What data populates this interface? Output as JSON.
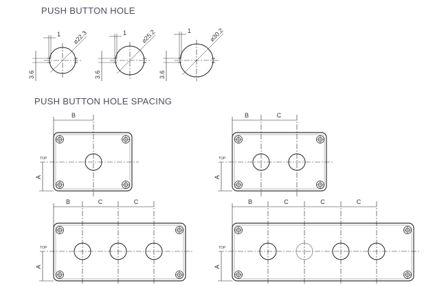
{
  "titles": {
    "hole": "PUSH BUTTON HOLE",
    "spacing": "PUSH BUTTON HOLE SPACING"
  },
  "holes": [
    {
      "diameter": "⌀22.3",
      "offset": "1",
      "key_height": "3.6"
    },
    {
      "diameter": "⌀25.2",
      "offset": "1",
      "key_height": "3.6"
    },
    {
      "diameter": "⌀30.2",
      "offset": "1",
      "key_height": "3.6"
    }
  ],
  "spacing_labels": {
    "a": "A",
    "b": "B",
    "c": "C",
    "top": "TOP"
  },
  "enclosures": [
    {
      "name": "1-hole",
      "holes": 1
    },
    {
      "name": "2-hole",
      "holes": 2
    },
    {
      "name": "3-hole",
      "holes": 3
    },
    {
      "name": "4-hole",
      "holes": 4
    }
  ],
  "colors": {
    "line": "#222222",
    "title": "#4b4a5c",
    "faint": "#999999"
  }
}
